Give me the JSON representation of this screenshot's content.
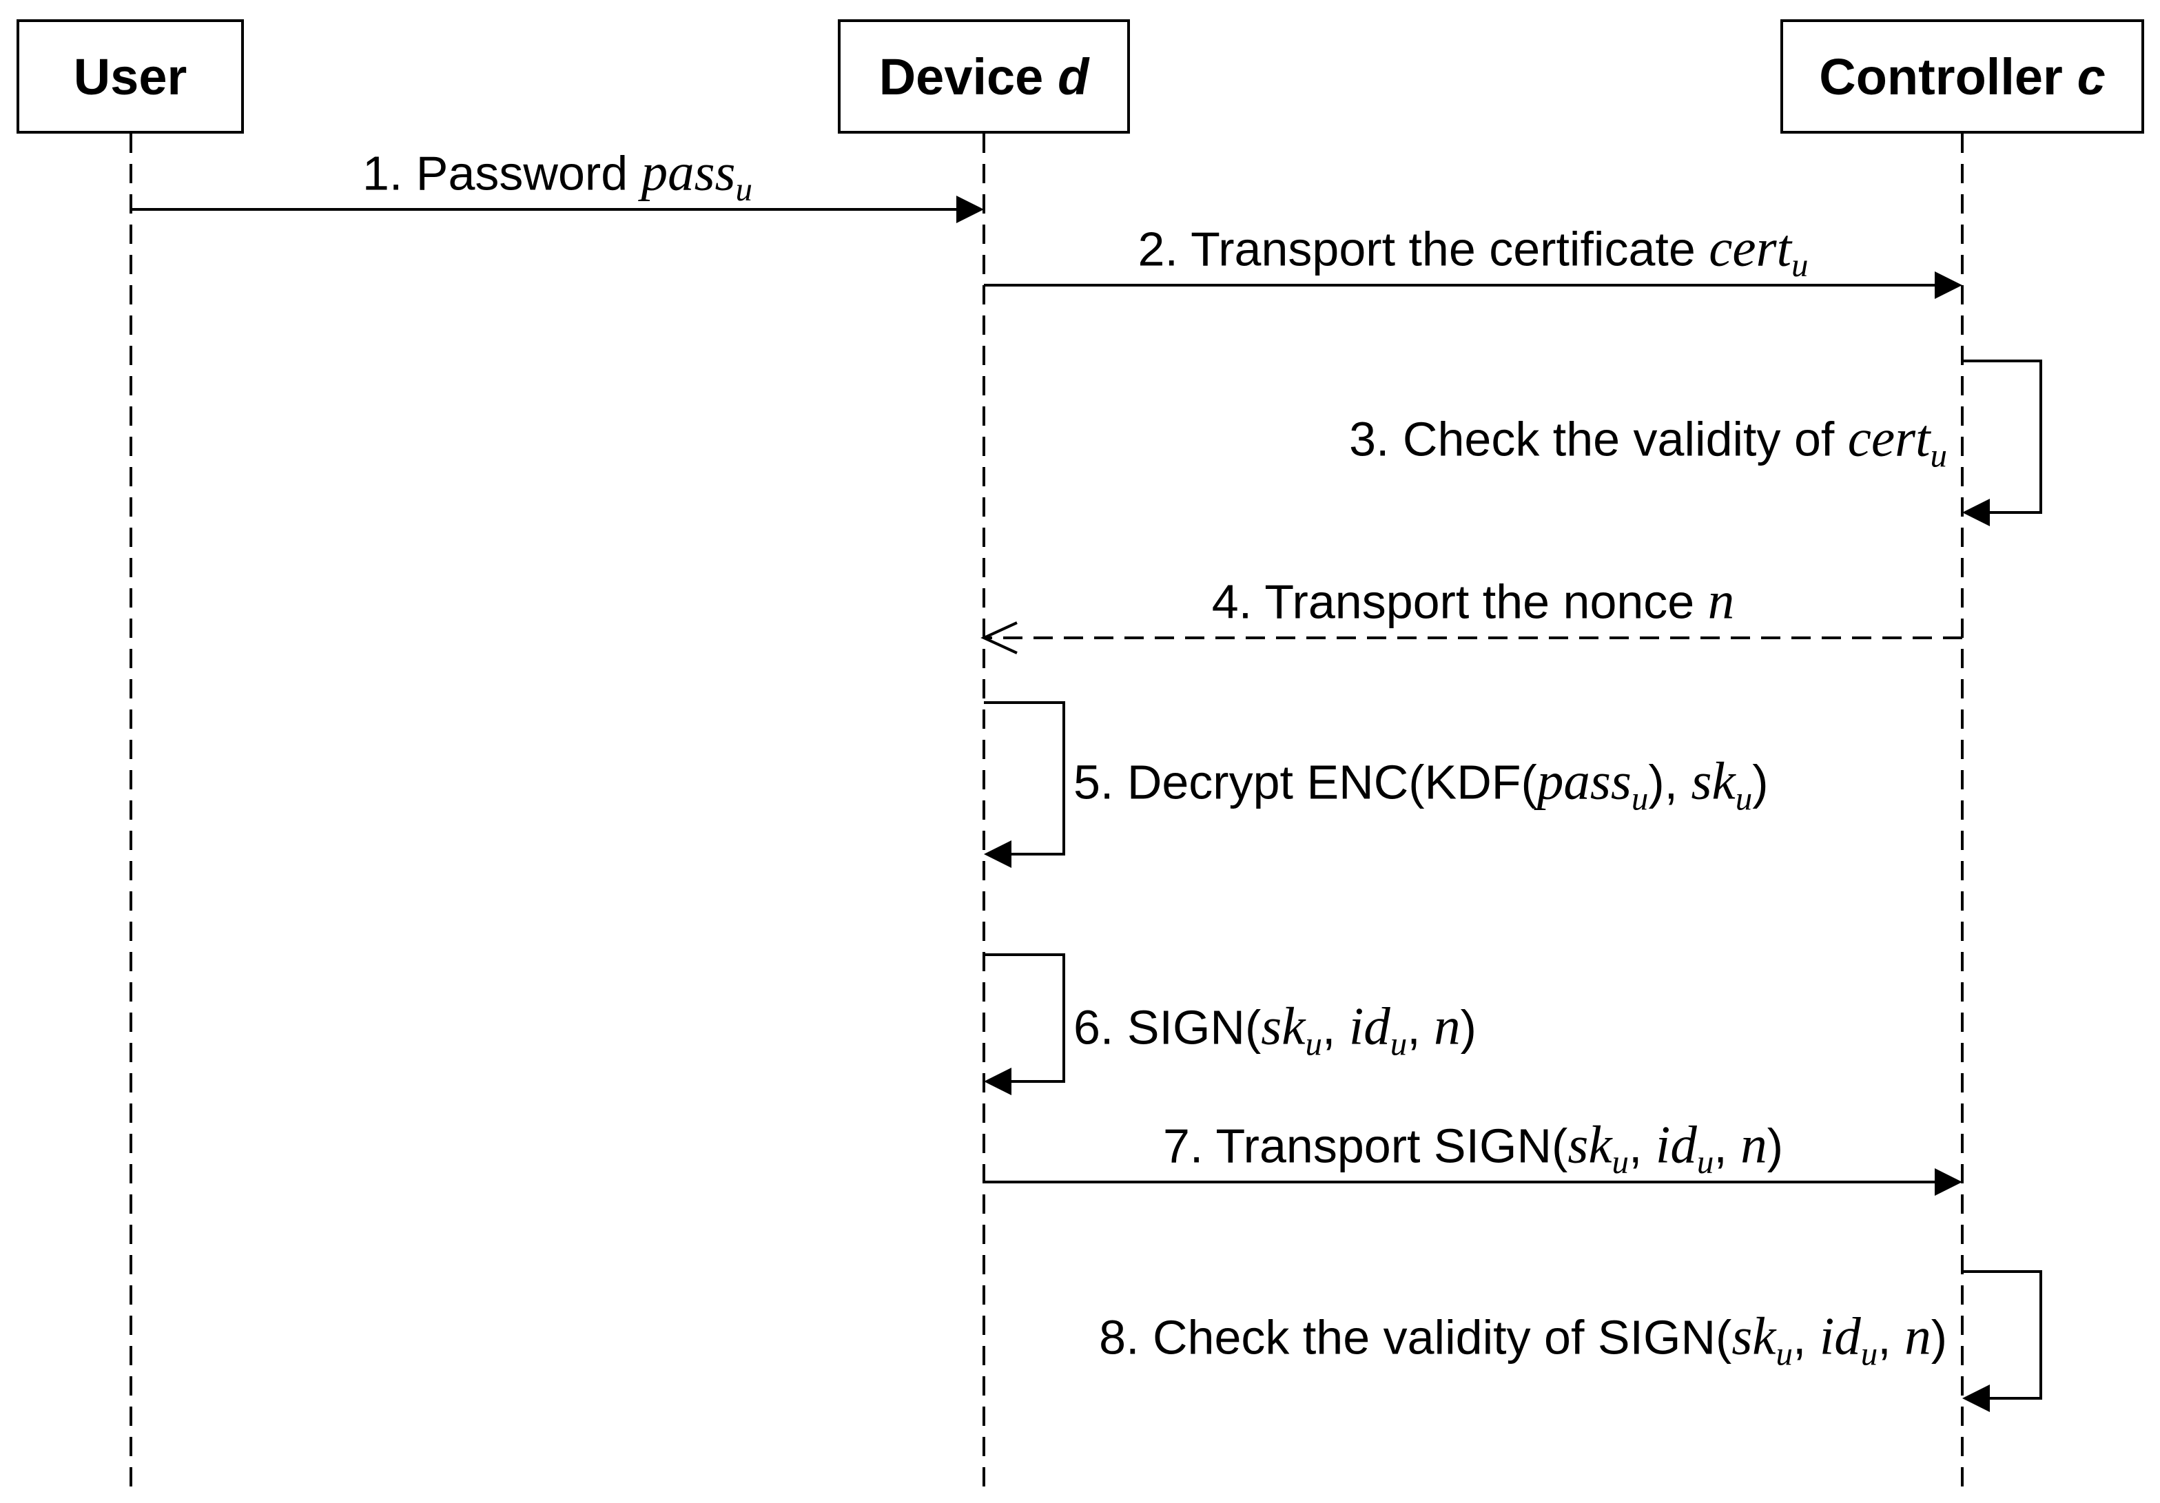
{
  "participants": [
    {
      "name": "User"
    },
    {
      "name": "Device",
      "var": "d"
    },
    {
      "name": "Controller",
      "var": "c"
    }
  ],
  "messages": [
    {
      "kind": "call",
      "from": "User",
      "to": "Device",
      "label": [
        {
          "text": "1. Password "
        },
        {
          "math": "pass",
          "sub": "u"
        }
      ]
    },
    {
      "kind": "call",
      "from": "Device",
      "to": "Controller",
      "label": [
        {
          "text": "2. Transport the certificate "
        },
        {
          "math": "cert",
          "sub": "u"
        }
      ]
    },
    {
      "kind": "self",
      "on": "Controller",
      "label": [
        {
          "text": "3. Check the validity of "
        },
        {
          "math": "cert",
          "sub": "u"
        }
      ]
    },
    {
      "kind": "return",
      "from": "Controller",
      "to": "Device",
      "label": [
        {
          "text": "4. Transport the nonce "
        },
        {
          "math": "n"
        }
      ]
    },
    {
      "kind": "self",
      "on": "Device",
      "label": [
        {
          "text": "5. Decrypt ENC(KDF("
        },
        {
          "math": "pass",
          "sub": "u"
        },
        {
          "text": "), "
        },
        {
          "math": "sk",
          "sub": "u"
        },
        {
          "text": ")"
        }
      ]
    },
    {
      "kind": "self",
      "on": "Device",
      "label": [
        {
          "text": "6. SIGN("
        },
        {
          "math": "sk",
          "sub": "u"
        },
        {
          "text": ", "
        },
        {
          "math": "id",
          "sub": "u"
        },
        {
          "text": ", "
        },
        {
          "math": "n"
        },
        {
          "text": ")"
        }
      ]
    },
    {
      "kind": "call",
      "from": "Device",
      "to": "Controller",
      "label": [
        {
          "text": "7. Transport SIGN("
        },
        {
          "math": "sk",
          "sub": "u"
        },
        {
          "text": ", "
        },
        {
          "math": "id",
          "sub": "u"
        },
        {
          "text": ", "
        },
        {
          "math": "n"
        },
        {
          "text": ")"
        }
      ]
    },
    {
      "kind": "self",
      "on": "Controller",
      "label": [
        {
          "text": "8. Check the validity of SIGN("
        },
        {
          "math": "sk",
          "sub": "u"
        },
        {
          "text": ", "
        },
        {
          "math": "id",
          "sub": "u"
        },
        {
          "text": ", "
        },
        {
          "math": "n"
        },
        {
          "text": ")"
        }
      ]
    }
  ]
}
